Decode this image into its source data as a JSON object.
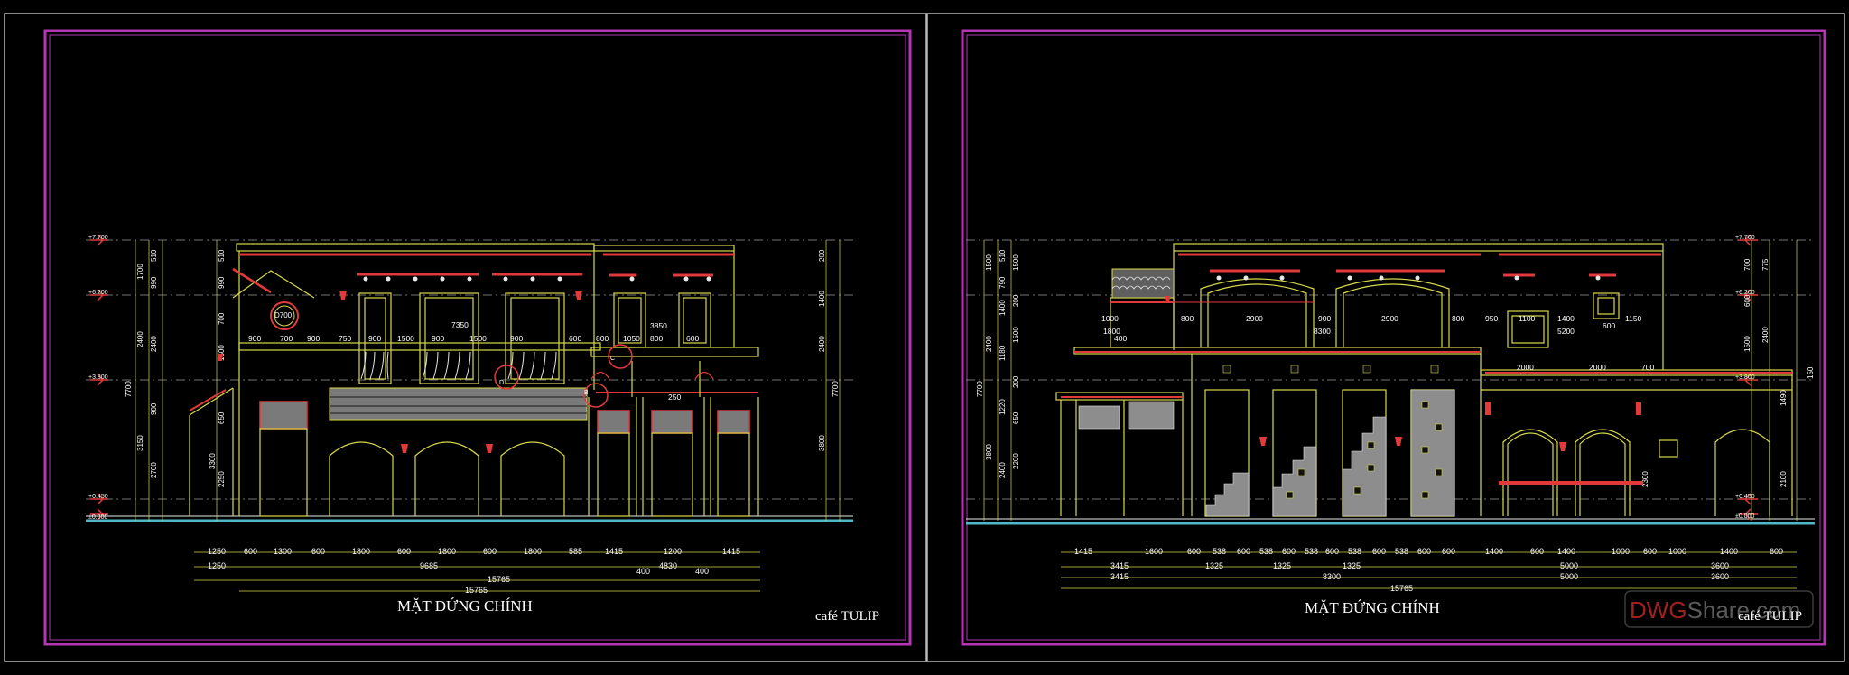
{
  "colors": {
    "background": "#000000",
    "frame_outer": "#b9b9b9",
    "frame_magenta": "#b436b4",
    "line_yellow": "#d8d84a",
    "line_red": "#e23a3a",
    "line_white": "#e8e8e8",
    "ground_cyan": "#4fb8c8",
    "hatch_gray": "#8d8d8d"
  },
  "sheets": [
    {
      "title": "MẶT ĐỨNG CHÍNH",
      "project": "café TULIP",
      "level_marks": [
        "+7.700",
        "+6.200",
        "+3.800",
        "+0.450",
        "±0.000"
      ],
      "dims_row1": [
        "1250",
        "600",
        "1300",
        "600",
        "1800",
        "600",
        "1800",
        "600",
        "1800",
        "585",
        "1415",
        "1200",
        "1415"
      ],
      "dims_row2": [
        "1250",
        "9685",
        "4830"
      ],
      "dims_row3": [
        "15765",
        "15765"
      ],
      "dims_small": [
        "400",
        "400"
      ],
      "top_dims": [
        "900",
        "700",
        "900",
        "750",
        "900",
        "1500",
        "900",
        "1500",
        "900",
        "600",
        "800",
        "1050",
        "800",
        "600"
      ],
      "center_dims": [
        "7350",
        "3850",
        "250"
      ],
      "label_circle": "D700"
    },
    {
      "title": "MẶT ĐỨNG CHÍNH",
      "project": "café TULIP",
      "level_marks": [
        "+7.700",
        "+6.200",
        "+3.800",
        "+0.450",
        "±0.000"
      ],
      "dims_row1": [
        "1415",
        "1600",
        "600",
        "538",
        "600",
        "538",
        "600",
        "538",
        "600",
        "538",
        "600",
        "538",
        "600",
        "600",
        "1400",
        "600",
        "1400",
        "1000",
        "600",
        "1000",
        "1400",
        "600"
      ],
      "dims_row2": [
        "3415",
        "1325",
        "1325",
        "1325",
        "5000",
        "3600"
      ],
      "dims_row3": [
        "3415",
        "8300",
        "5000",
        "3600"
      ],
      "dims_row4": [
        "15765"
      ],
      "top_dims": [
        "1000",
        "800",
        "2900",
        "900",
        "2900",
        "800",
        "950",
        "1100",
        "1400",
        "1150"
      ],
      "center_dims": [
        "1800",
        "400",
        "8300",
        "5200",
        "600",
        "2000",
        "2000",
        "700"
      ]
    }
  ],
  "watermark": {
    "part1": "DWG",
    "part2": "Share",
    "part3": ".com"
  }
}
